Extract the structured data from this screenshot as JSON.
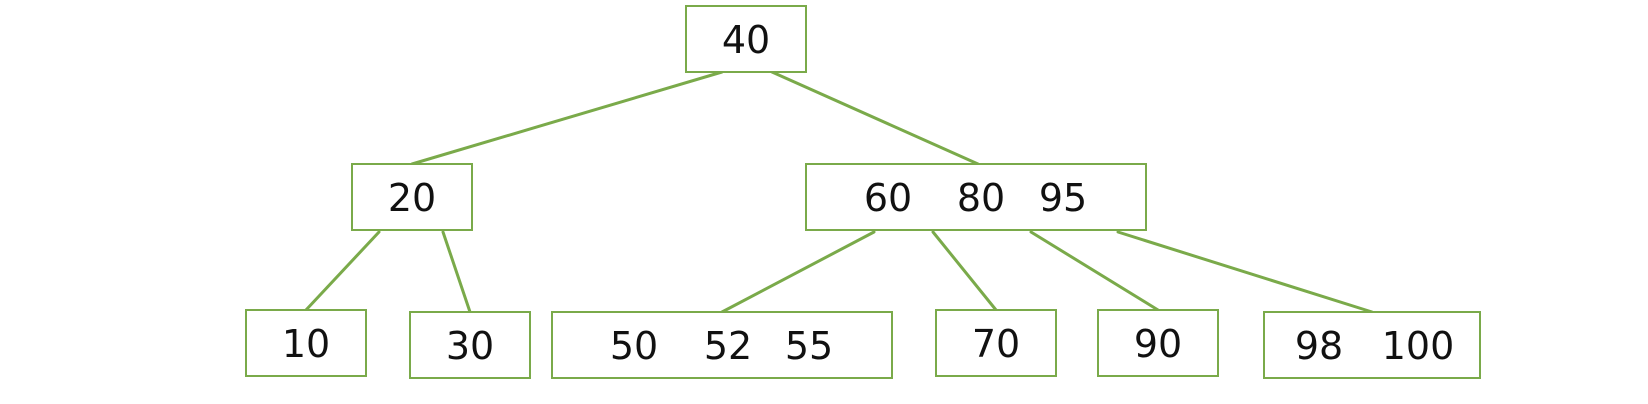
{
  "tree": {
    "root": {
      "keys": [
        "40"
      ]
    },
    "level1": [
      {
        "keys": [
          "20"
        ]
      },
      {
        "keys": [
          "60",
          "80",
          "95"
        ]
      }
    ],
    "leaves": [
      {
        "keys": [
          "10"
        ]
      },
      {
        "keys": [
          "30"
        ]
      },
      {
        "keys": [
          "50",
          "52",
          "55"
        ]
      },
      {
        "keys": [
          "70"
        ]
      },
      {
        "keys": [
          "90"
        ]
      },
      {
        "keys": [
          "98",
          "100"
        ]
      }
    ]
  },
  "colors": {
    "stroke": "#7AAA4A",
    "text": "#111111",
    "background": "#ffffff"
  }
}
